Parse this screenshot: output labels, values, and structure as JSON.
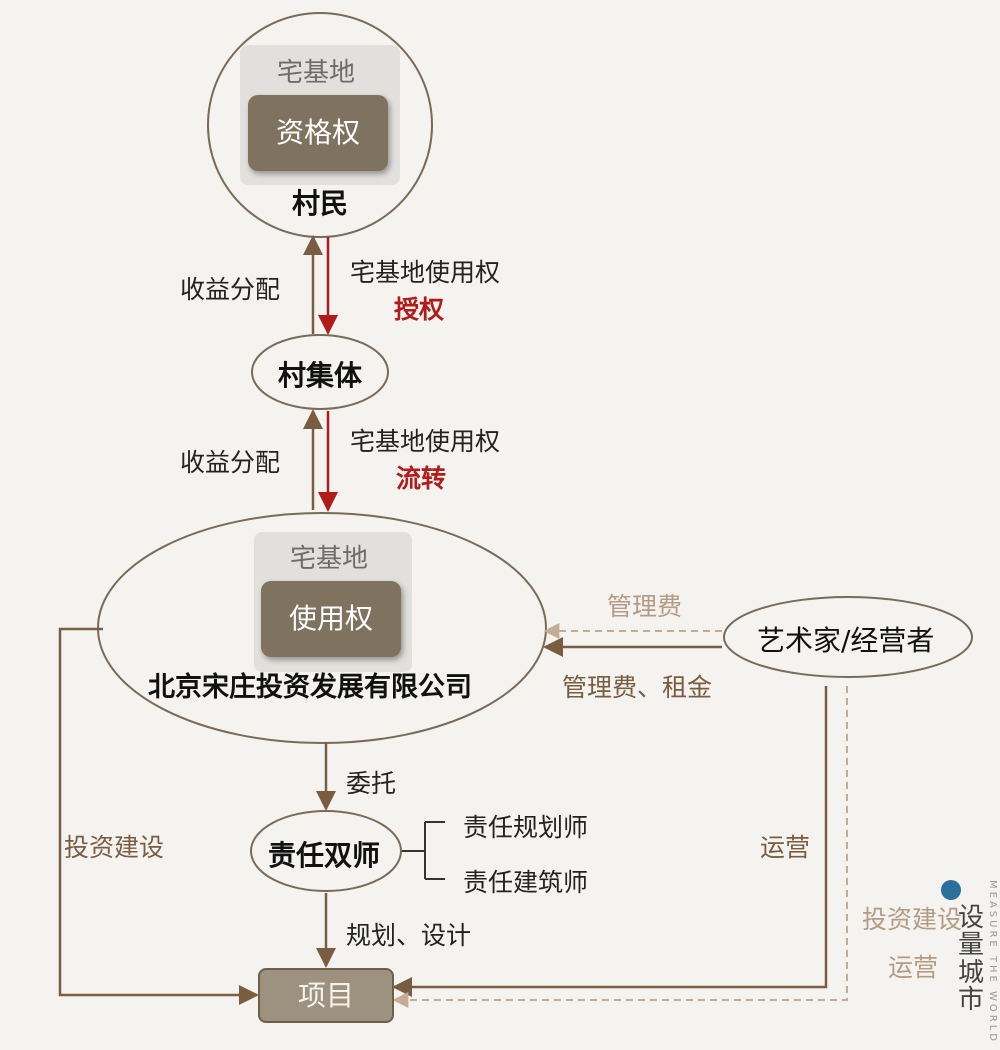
{
  "villager_circle": {
    "tag": "宅基地",
    "right": "资格权",
    "holder": "村民"
  },
  "collective": {
    "label": "村集体"
  },
  "company": {
    "tag": "宅基地",
    "right": "使用权",
    "name": "北京宋庄投资发展有限公司"
  },
  "arrow_labels": {
    "upper_left": "收益分配",
    "upper_right_main": "宅基地使用权",
    "upper_right_red": "授权",
    "lower_left": "收益分配",
    "lower_right_main": "宅基地使用权",
    "lower_right_red": "流转",
    "dashed_fee": "管理费",
    "solid_fee": "管理费、租金",
    "entrust": "委托",
    "invest_left": "投资建设",
    "operate": "运营",
    "plan_design": "规划、设计",
    "dashed_invest": "投资建设",
    "dashed_operate": "运营"
  },
  "artist": {
    "label": "艺术家/经营者"
  },
  "planners": {
    "label": "责任双师",
    "items": [
      "责任规划师",
      "责任建筑师"
    ]
  },
  "project": {
    "label": "项目"
  },
  "watermark": {
    "cn": [
      "设",
      "量",
      "城",
      "市"
    ],
    "en": "MEASURE THE WORLD"
  },
  "colors": {
    "brown": "#7a5c40",
    "light_brown": "#c4ab93",
    "red": "#b01b1b",
    "dark": "#333333"
  }
}
